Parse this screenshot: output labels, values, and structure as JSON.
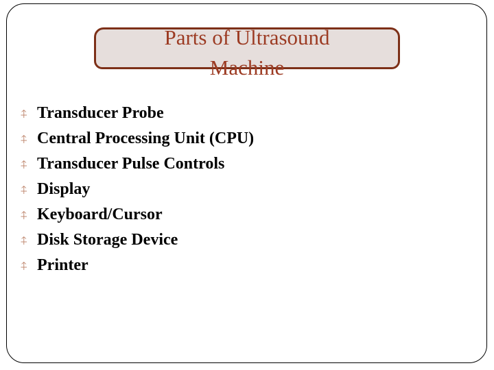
{
  "slide": {
    "frame_color": "#000000",
    "background": "#ffffff"
  },
  "title": {
    "text": "Parts of Ultrasound\nMachine",
    "line1": "Parts of Ultrasound",
    "line2": "Machine",
    "text_color": "#9c3b23",
    "box_fill": "#e6dedc",
    "box_border_color": "#7d3018"
  },
  "content": {
    "bullet_glyph": "⍏",
    "bullet_icon_name": "swirl-bullet-icon",
    "bullet_color": "#c08a72",
    "text_color": "#000000",
    "items": [
      {
        "label": "Transducer Probe"
      },
      {
        "label": "Central Processing Unit (CPU)"
      },
      {
        "label": "Transducer Pulse Controls"
      },
      {
        "label": "Display"
      },
      {
        "label": "Keyboard/Cursor"
      },
      {
        "label": "Disk Storage Device"
      },
      {
        "label": "Printer"
      }
    ]
  }
}
